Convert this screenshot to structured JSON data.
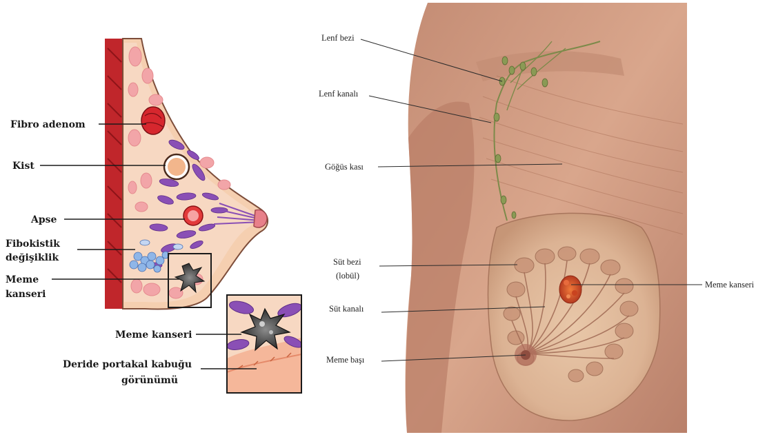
{
  "left_figure": {
    "labels": {
      "fibro_adenom": "Fibro adenom",
      "kist": "Kist",
      "apse": "Apse",
      "fibrokistik_line1": "Fibokistik",
      "fibrokistik_line2": "değişiklik",
      "meme_kanseri_line1": "Meme",
      "meme_kanseri_line2": "kanseri",
      "inset_meme_kanseri": "Meme kanseri",
      "portakal_line1": "Deride portakal kabuğu",
      "portakal_line2": "görünümü"
    }
  },
  "right_figure": {
    "labels": {
      "lenf_bezi": "Lenf bezi",
      "lenf_kanali": "Lenf kanalı",
      "gogus_kasi": "Göğüs kası",
      "sut_bezi_line1": "Süt bezi",
      "sut_bezi_line2": "(lobül)",
      "sut_kanali": "Süt kanalı",
      "meme_basi": "Meme başı",
      "meme_kanseri": "Meme kanseri"
    }
  },
  "colors": {
    "skin": "#f5cfb0",
    "muscle": "#c0262b",
    "lobule_pink": "#f2a5a8",
    "duct_purple": "#8a4fb5",
    "cyst_blue": "#8fb6e8",
    "body_skin": "#d7a58c",
    "tumor": "#d94f2a"
  }
}
